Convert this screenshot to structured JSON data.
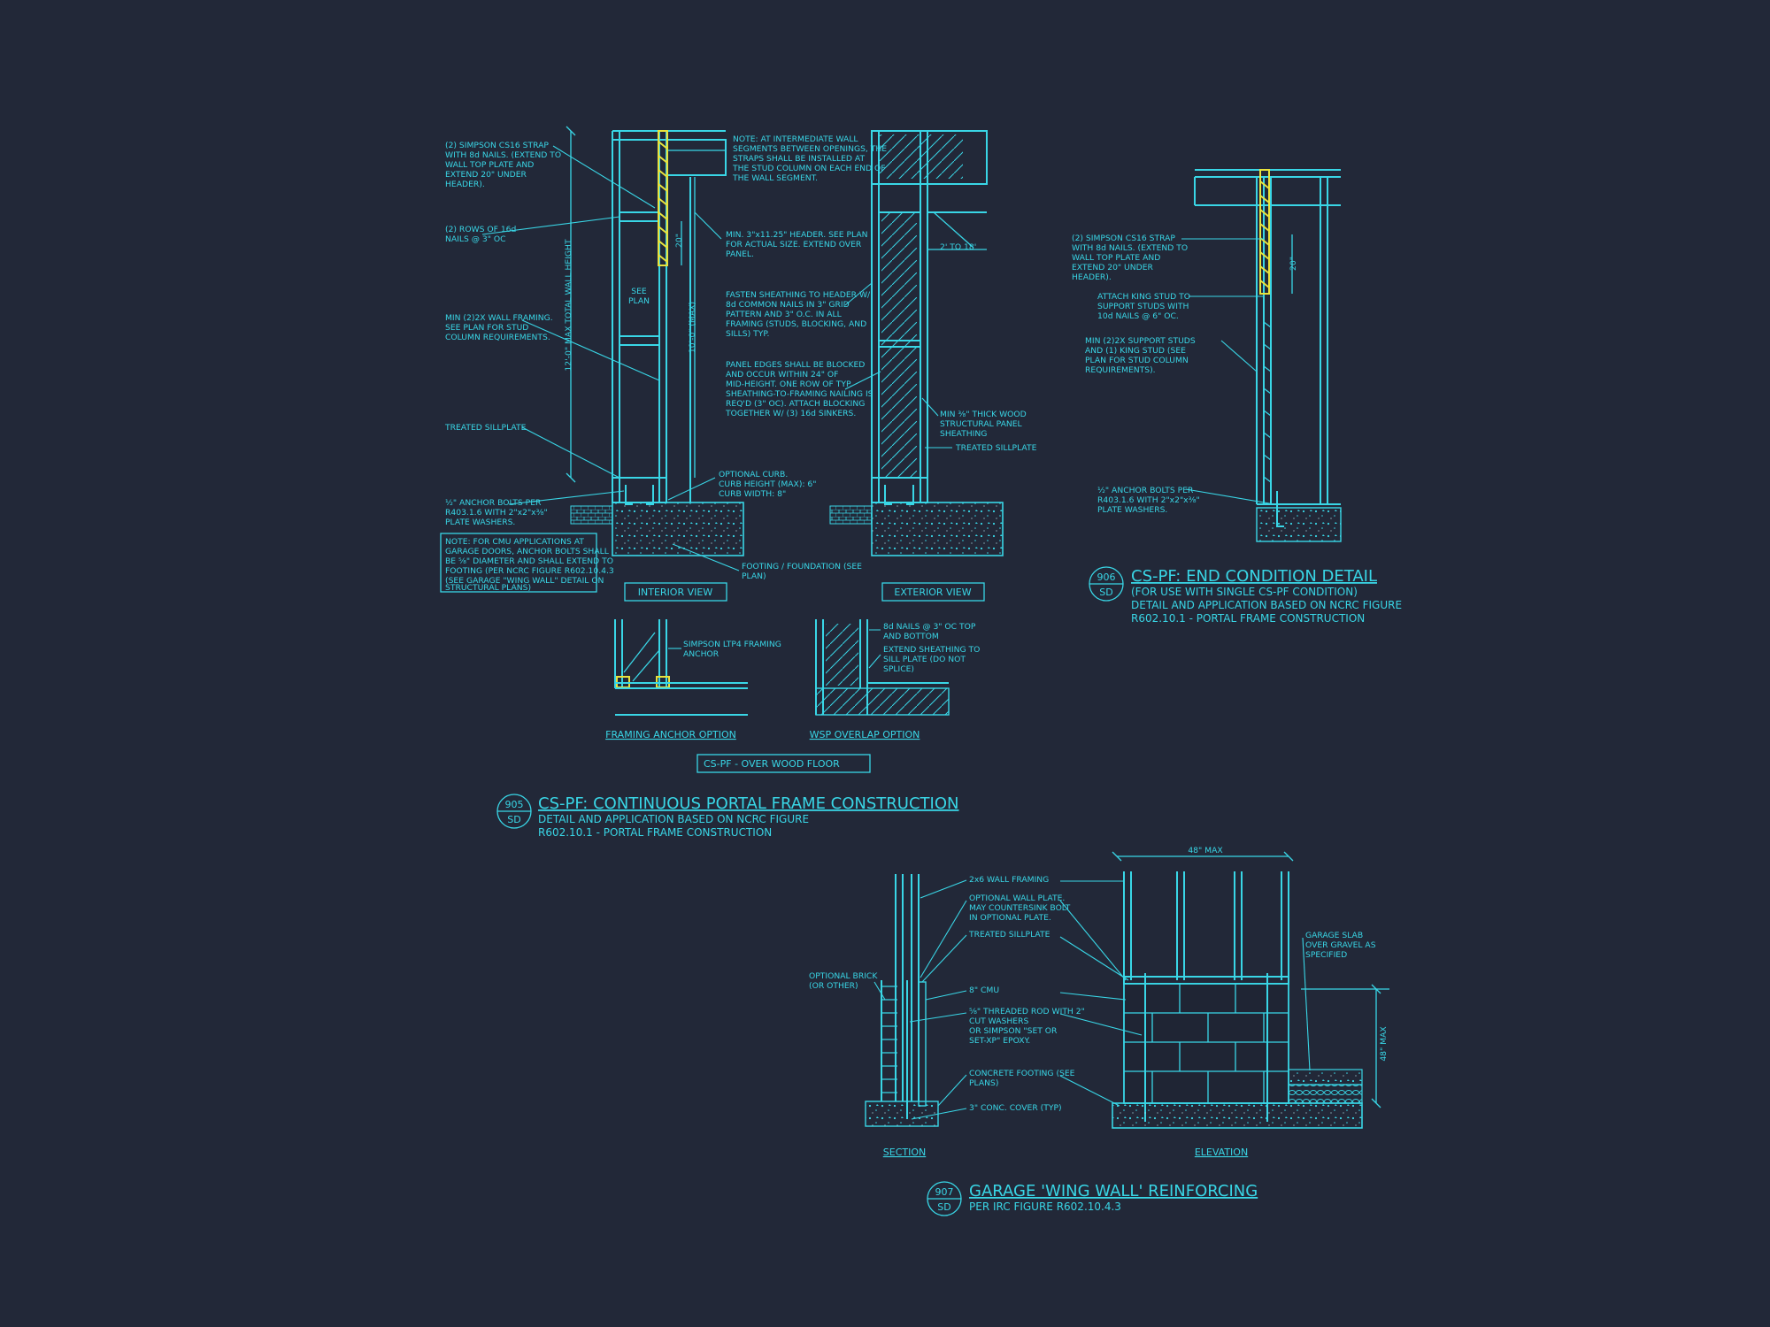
{
  "details": {
    "d905": {
      "number": "905",
      "sheet": "SD",
      "title": "CS-PF: CONTINUOUS PORTAL FRAME CONSTRUCTION",
      "subtitle": [
        "DETAIL AND APPLICATION BASED ON NCRC FIGURE",
        "R602.10.1 - PORTAL FRAME CONSTRUCTION"
      ],
      "interior_notes": {
        "strap": [
          "(2) SIMPSON CS16 STRAP",
          "WITH 8d NAILS. (EXTEND TO",
          "WALL TOP PLATE AND",
          "EXTEND 20\" UNDER",
          "HEADER)."
        ],
        "rows": [
          "(2) ROWS OF 16d",
          "NAILS @ 3\" OC"
        ],
        "framing": [
          "MIN (2)2X WALL FRAMING.",
          "SEE PLAN FOR STUD",
          "COLUMN REQUIREMENTS."
        ],
        "sill": "TREATED SILLPLATE",
        "anchor": [
          "½\" ANCHOR BOLTS PER",
          "R403.1.6 WITH 2\"x2\"x⅜\"",
          "PLATE WASHERS."
        ],
        "cmu_note": [
          "NOTE: FOR CMU APPLICATIONS AT",
          "GARAGE DOORS, ANCHOR BOLTS SHALL",
          "BE ⅝\" DIAMETER AND SHALL EXTEND TO",
          "FOOTING (PER NCRC FIGURE R602.10.4.3",
          "(SEE GARAGE \"WING WALL\" DETAIL ON",
          "STRUCTURAL PLANS)"
        ],
        "vertical_total": "12'-0\" MAX TOTAL WALL HEIGHT",
        "vertical_10": "10'-0\" (MAX)",
        "dim20": "20\"",
        "see_plan": [
          "SEE",
          "PLAN"
        ]
      },
      "center_notes": {
        "note_top": [
          "NOTE: AT INTERMEDIATE WALL",
          "SEGMENTS BETWEEN OPENINGS, THE",
          "STRAPS SHALL BE INSTALLED AT",
          "THE STUD COLUMN ON EACH END OF",
          "THE WALL SEGMENT."
        ],
        "header": [
          "MIN. 3\"x11.25\" HEADER. SEE PLAN",
          "FOR ACTUAL SIZE. EXTEND OVER",
          "PANEL."
        ],
        "fasten": [
          "FASTEN SHEATHING TO HEADER W/",
          "8d COMMON NAILS IN 3\" GRID",
          "PATTERN AND 3\" O.C. IN ALL",
          "FRAMING (STUDS, BLOCKING, AND",
          "SILLS) TYP."
        ],
        "edges": [
          "PANEL EDGES SHALL BE BLOCKED",
          "AND OCCUR WITHIN 24\" OF",
          "MID-HEIGHT.  ONE ROW OF TYP.",
          "SHEATHING-TO-FRAMING NAILING IS",
          "REQ'D (3\" OC).  ATTACH BLOCKING",
          "TOGETHER W/ (3) 16d SINKERS."
        ],
        "curb": [
          "OPTIONAL CURB.",
          "CURB HEIGHT (MAX): 6\"",
          "CURB WIDTH: 8\""
        ],
        "footing": [
          "FOOTING / FOUNDATION (SEE",
          "PLAN)"
        ]
      },
      "exterior_notes": {
        "range": "2' TO 18'",
        "panel": [
          "MIN ⅜\" THICK WOOD",
          "STRUCTURAL PANEL",
          "SHEATHING"
        ],
        "sill": "TREATED SILLPLATE"
      },
      "view_labels": {
        "interior": "INTERIOR VIEW",
        "exterior": "EXTERIOR VIEW",
        "framing_anchor": "FRAMING ANCHOR OPTION",
        "wsp_overlap": "WSP OVERLAP OPTION",
        "over_wood": "CS-PF - OVER WOOD FLOOR"
      },
      "option_notes": {
        "ltp4": [
          "SIMPSON LTP4 FRAMING",
          "ANCHOR"
        ],
        "nails": [
          "8d NAILS @ 3\" OC TOP",
          "AND BOTTOM"
        ],
        "extend": [
          "EXTEND SHEATHING TO",
          "SILL PLATE (DO NOT",
          "SPLICE)"
        ]
      }
    },
    "d906": {
      "number": "906",
      "sheet": "SD",
      "title": "CS-PF: END CONDITION DETAIL",
      "subtitle": [
        "(FOR USE WITH SINGLE CS-PF CONDITION)",
        "DETAIL AND APPLICATION BASED ON NCRC FIGURE",
        "R602.10.1 - PORTAL FRAME CONSTRUCTION"
      ],
      "notes": {
        "strap": [
          "(2) SIMPSON CS16 STRAP",
          "WITH 8d NAILS. (EXTEND TO",
          "WALL TOP PLATE AND",
          "EXTEND 20\" UNDER",
          "HEADER)."
        ],
        "king": [
          "ATTACH KING STUD TO",
          "SUPPORT STUDS WITH",
          "10d NAILS @ 6\" OC."
        ],
        "support": [
          "MIN (2)2X SUPPORT STUDS",
          "AND (1) KING STUD (SEE",
          "PLAN FOR STUD COLUMN",
          "REQUIREMENTS)."
        ],
        "anchor": [
          "½\" ANCHOR BOLTS PER",
          "R403.1.6 WITH 2\"x2\"x⅜\"",
          "PLATE WASHERS."
        ],
        "dim20": "20\""
      }
    },
    "d907": {
      "number": "907",
      "sheet": "SD",
      "title": "GARAGE 'WING WALL' REINFORCING",
      "subtitle": [
        "PER IRC FIGURE R602.10.4.3"
      ],
      "notes": {
        "framing": "2x6 WALL FRAMING",
        "plate": [
          "OPTIONAL WALL PLATE.",
          "MAY COUNTERSINK BOLT",
          "IN OPTIONAL PLATE."
        ],
        "sill": "TREATED SILLPLATE",
        "brick": [
          "OPTIONAL BRICK",
          "(OR OTHER)"
        ],
        "cmu": "8\" CMU",
        "rod": [
          "⅝\" THREADED ROD WITH 2\"",
          "CUT WASHERS",
          "OR SIMPSON \"SET OR",
          "SET-XP\" EPOXY."
        ],
        "footing": [
          "CONCRETE FOOTING (SEE",
          "PLANS)"
        ],
        "cover": "3\" CONC. COVER (TYP)",
        "slab": [
          "GARAGE SLAB",
          "OVER GRAVEL AS",
          "SPECIFIED"
        ],
        "dim_top": "48\" MAX",
        "dim_side": "48\" MAX"
      },
      "view_labels": {
        "section": "SECTION",
        "elevation": "ELEVATION"
      }
    }
  },
  "colors": {
    "background": "#222838",
    "linework": "#39d6e6",
    "strap": "#e8e23c"
  }
}
